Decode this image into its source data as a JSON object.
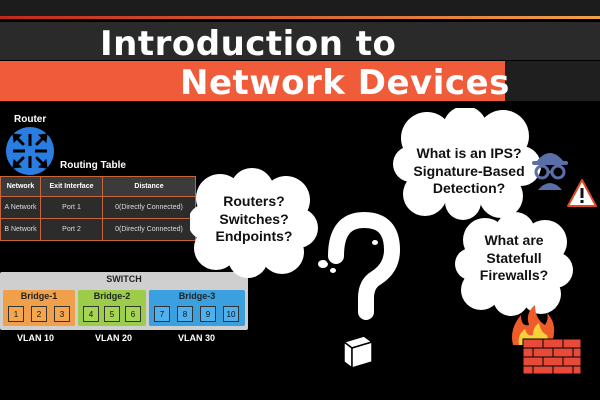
{
  "title": {
    "line1": "Introduction to",
    "line2": "Network Devices"
  },
  "router": {
    "label": "Router",
    "icon": "router-icon"
  },
  "routing_table": {
    "label": "Routing Table",
    "headers": [
      "Network",
      "Exit Interface",
      "Distance"
    ],
    "rows": [
      [
        "A Network",
        "Port 1",
        "0(Directly Connected)"
      ],
      [
        "B Network",
        "Port 2",
        "0(Directly Connected)"
      ]
    ]
  },
  "switch": {
    "title": "SWITCH",
    "bridges": [
      {
        "name": "Bridge-1",
        "ports": [
          "1",
          "2",
          "3"
        ],
        "vlan": "VLAN 10",
        "color": "#f0a04a"
      },
      {
        "name": "Bridge-2",
        "ports": [
          "4",
          "5",
          "6"
        ],
        "vlan": "VLAN 20",
        "color": "#9ccc4a"
      },
      {
        "name": "Bridge-3",
        "ports": [
          "7",
          "8",
          "9",
          "10"
        ],
        "vlan": "VLAN 30",
        "color": "#3aa0e0"
      }
    ]
  },
  "clouds": {
    "left": [
      "Routers?",
      "Switches?",
      "Endpoints?"
    ],
    "top_right": [
      "What is an IPS?",
      "Signature-Based",
      "Detection?"
    ],
    "bottom_right": [
      "What are",
      "Statefull",
      "Firewalls?"
    ]
  },
  "question_mark": "?",
  "icons": [
    "router-icon",
    "spy-icon",
    "warning-icon",
    "firewall-icon"
  ],
  "colors": {
    "accent_red": "#d8382b",
    "accent_orange": "#f05b3a",
    "router_blue": "#2a7de1"
  }
}
